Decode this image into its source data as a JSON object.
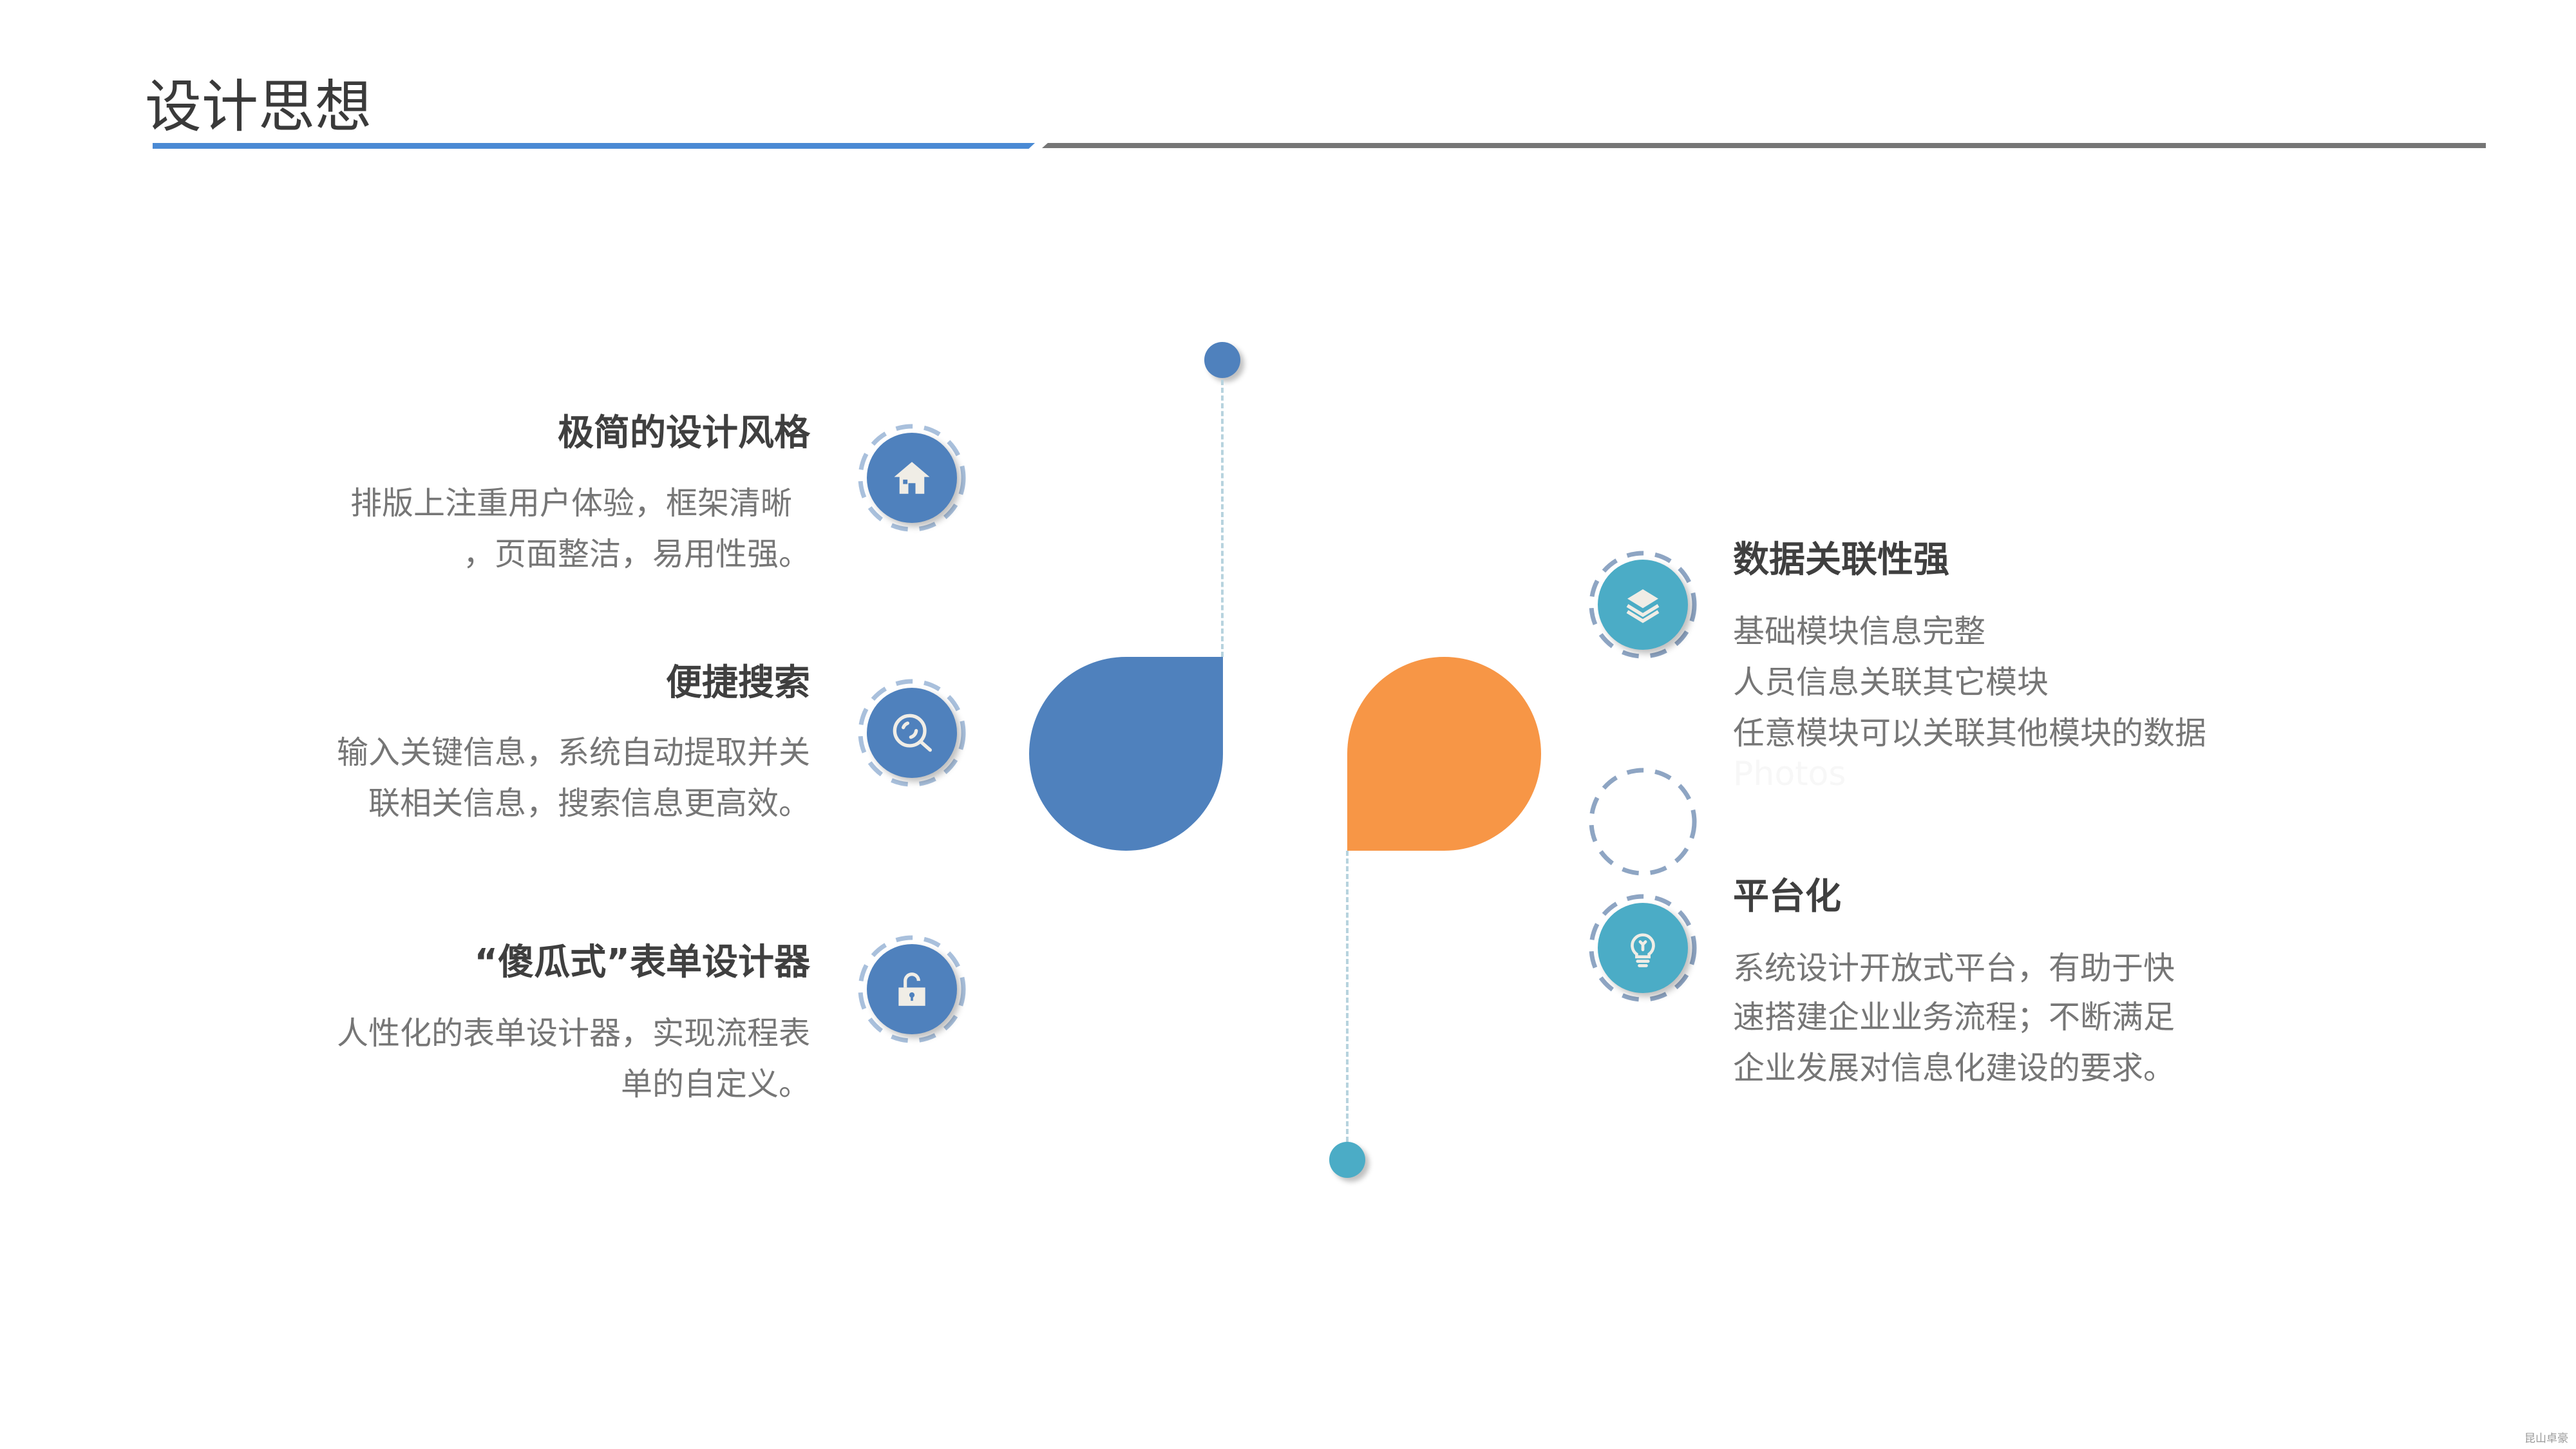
{
  "title": "设计思想",
  "colors": {
    "blue": "#4f81bd",
    "orange": "#f79646",
    "teal": "#4bacc6",
    "title_bar": "#4a8ad4"
  },
  "left_items": [
    {
      "icon": "house-icon",
      "title": "极简的设计风格",
      "lines": [
        "排版上注重用户体验，框架清晰",
        "，页面整洁，易用性强。"
      ]
    },
    {
      "icon": "search-icon",
      "title": "便捷搜索",
      "lines": [
        "输入关键信息，系统自动提取并关",
        "联相关信息，搜索信息更高效。"
      ]
    },
    {
      "icon": "unlock-icon",
      "title": "“傻瓜式”表单设计器",
      "lines": [
        "人性化的表单设计器，实现流程表",
        "单的自定义。"
      ]
    }
  ],
  "right_items": [
    {
      "icon": "layers-icon",
      "title": "数据关联性强",
      "lines": [
        "基础模块信息完整",
        "人员信息关联其它模块",
        "任意模块可以关联其他模块的数据"
      ]
    },
    {
      "icon": "lightbulb-icon",
      "title": "平台化",
      "lines": [
        "系统设计开放式平台，有助于快",
        "速搭建企业业务流程；不断满足",
        "企业发展对信息化建设的要求。"
      ]
    }
  ],
  "placeholder_text": "Photos",
  "watermark": "昆山卓豪"
}
